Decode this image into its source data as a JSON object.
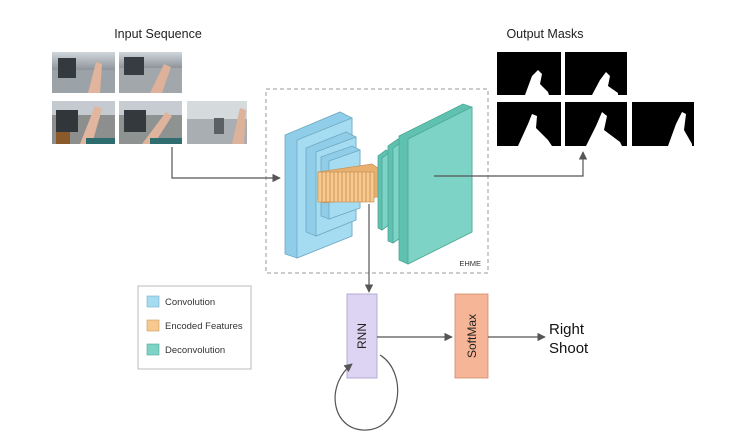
{
  "labels": {
    "input_sequence": "Input Sequence",
    "output_masks": "Output Masks",
    "module": "EHME",
    "rnn": "RNN",
    "softmax": "SoftMax",
    "output_line1": "Right",
    "output_line2": "Shoot"
  },
  "legend": [
    {
      "label": "Convolution",
      "color": "#a6dcf1"
    },
    {
      "label": "Encoded Features",
      "color": "#f8c98f"
    },
    {
      "label": "Deconvolution",
      "color": "#7dd3c6"
    }
  ],
  "colors": {
    "rnn_box": "#ddd4f3",
    "softmax_box": "#f6b596",
    "arrow": "#555555"
  },
  "counts": {
    "input_frames": 5,
    "output_masks": 5
  }
}
